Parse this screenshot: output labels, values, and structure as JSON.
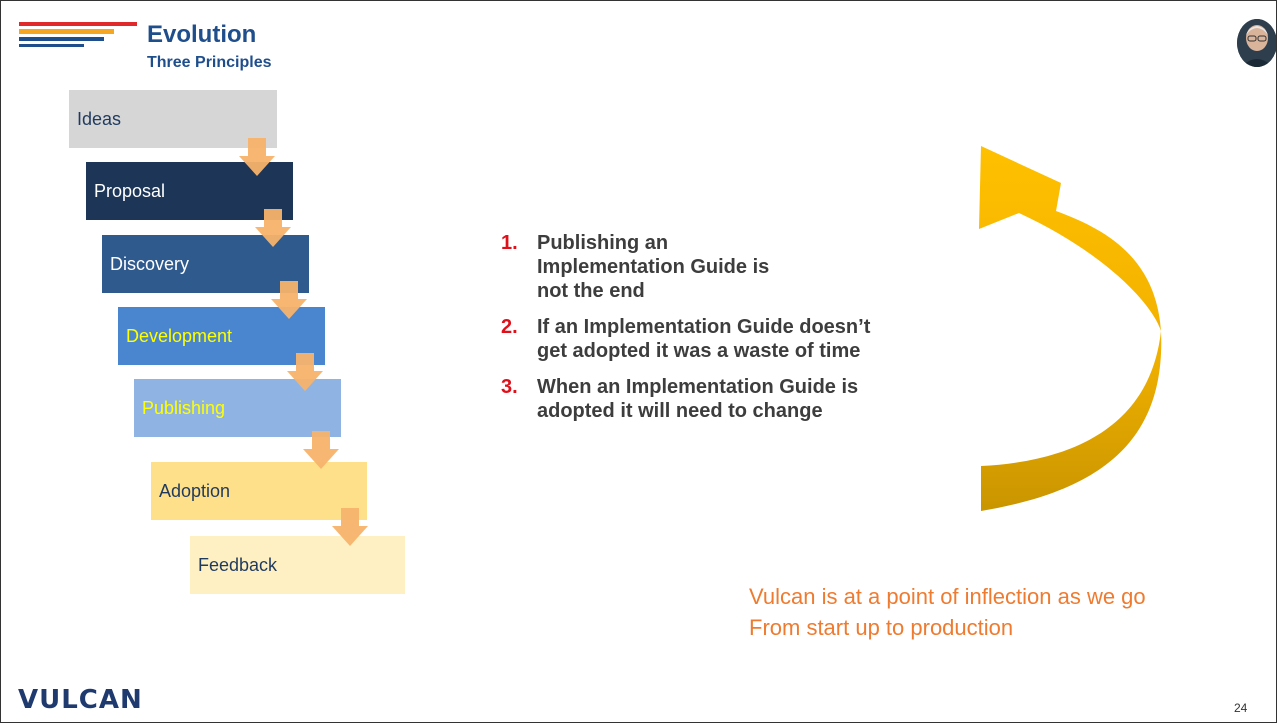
{
  "header": {
    "title": "Evolution",
    "subtitle": "Three Principles"
  },
  "steps": [
    {
      "label": "Ideas"
    },
    {
      "label": "Proposal"
    },
    {
      "label": "Discovery"
    },
    {
      "label": "Development"
    },
    {
      "label": "Publishing"
    },
    {
      "label": "Adoption"
    },
    {
      "label": "Feedback"
    }
  ],
  "principles": [
    {
      "num": "1.",
      "text": "Publishing an Implementation Guide is not the end"
    },
    {
      "num": "2.",
      "text": "If an Implementation Guide doesn’t get adopted it was a waste of time"
    },
    {
      "num": "3.",
      "text": "When an Implementation Guide is adopted it will need to change"
    }
  ],
  "inflection": {
    "line1": "Vulcan is at a point of inflection as we go",
    "line2": "From start up to production"
  },
  "footer": {
    "logo_text": "VULCAN",
    "page_number": "24"
  },
  "colors": {
    "title": "#1f4e8c",
    "number_red": "#e0101a",
    "accent_orange": "#ee7b30",
    "arrow_gold": "#ffc000"
  }
}
